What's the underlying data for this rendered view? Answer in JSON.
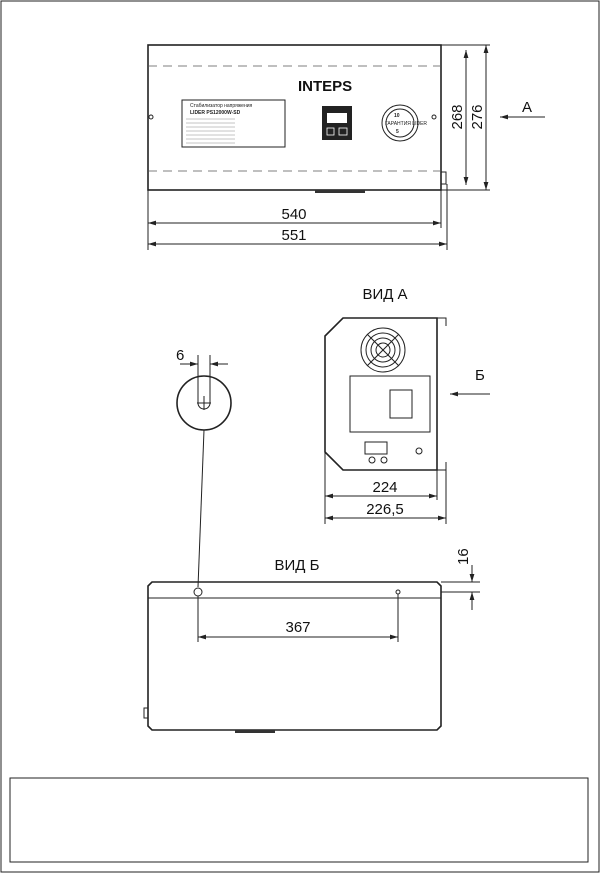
{
  "front_view": {
    "brand": "INTEPS",
    "label_title": "Стабилизатор напряжения",
    "label_model": "LIDER PS12000W-SD",
    "warranty_top": "10",
    "warranty_text": "ГАРАНТИЯ LIDER",
    "warranty_bottom": "5",
    "dim_height_inner": "268",
    "dim_height_outer": "276",
    "dim_width_inner": "540",
    "dim_width_outer": "551",
    "view_arrow": "А"
  },
  "side_view": {
    "title": "ВИД А",
    "dim_depth_inner": "224",
    "dim_depth_outer": "226,5",
    "view_arrow": "Б"
  },
  "detail": {
    "dim_slot": "6"
  },
  "bottom_view": {
    "title": "ВИД Б",
    "dim_offset": "16",
    "dim_hole_spacing": "367"
  },
  "colors": {
    "line": "#222222",
    "background": "#ffffff"
  }
}
